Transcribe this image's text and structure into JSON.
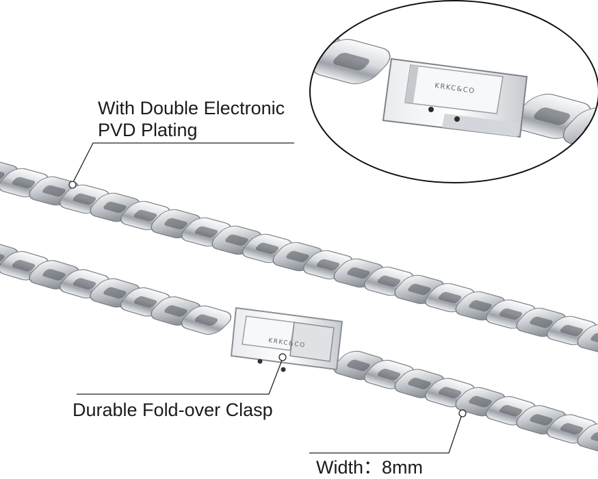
{
  "annotations": {
    "plating_line1": "With Double Electronic",
    "plating_line2": "PVD Plating",
    "clasp": "Durable Fold-over Clasp",
    "width": "Width：8mm"
  },
  "brand_engraving": "KRKC&CO",
  "colors": {
    "background": "#ffffff",
    "steel_light": "#f4f5f7",
    "steel_mid": "#c9ccd1",
    "steel_dark": "#6f737a",
    "callout_line": "#222222"
  }
}
